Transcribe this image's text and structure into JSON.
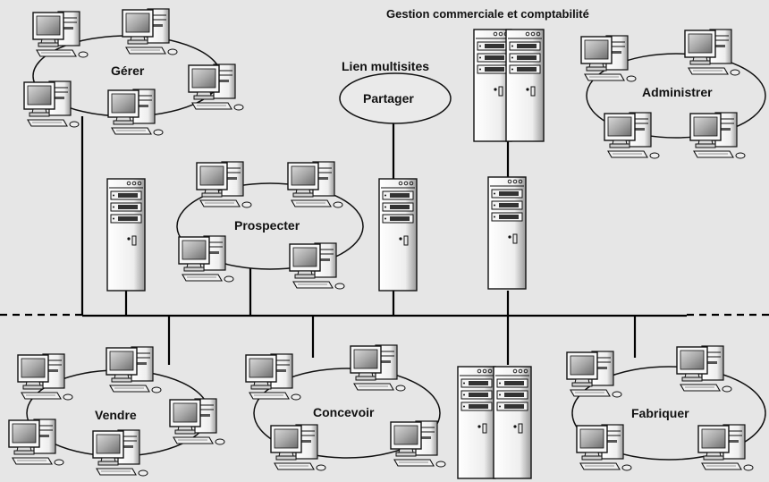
{
  "labels": {
    "gerer": "Gérer",
    "gestion": "Gestion commerciale et comptabilité",
    "lien": "Lien multisites",
    "partager": "Partager",
    "administrer": "Administrer",
    "prospecter": "Prospecter",
    "vendre": "Vendre",
    "concevoir": "Concevoir",
    "fabriquer": "Fabriquer"
  },
  "colors": {
    "background": "#e6e6e6",
    "line": "#000000",
    "device_light": "#f2f2f2",
    "device_dark": "#7a7a7a"
  },
  "icons": {
    "workstation": "desktop-computer-icon",
    "server": "server-tower-icon"
  }
}
